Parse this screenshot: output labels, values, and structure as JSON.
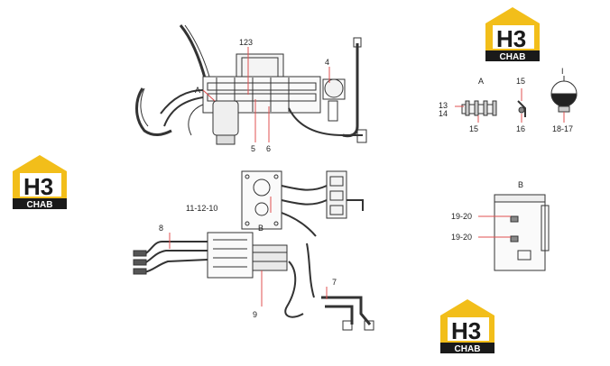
{
  "brand": {
    "logo_text": "H3",
    "logo_sub": "CHAB",
    "colors": {
      "yellow": "#F2BE1A",
      "dark": "#1A1A1A",
      "white": "#FFFFFF"
    }
  },
  "callouts": {
    "top_123": "123",
    "top_4": "4",
    "top_A": "A",
    "top_5": "5",
    "top_6": "6",
    "mid_111210": "11-12-10",
    "mid_B": "B",
    "mid_8": "8",
    "mid_9": "9",
    "mid_7": "7",
    "detA_title": "A",
    "detA_13": "13",
    "detA_14": "14",
    "detA_15b": "15",
    "detA_15": "15",
    "detA_16": "16",
    "detI_title": "I",
    "detI_1817": "18-17",
    "detB_title": "B",
    "detB_1920a": "19-20",
    "detB_1920b": "19-20"
  },
  "colors": {
    "line": "#333333",
    "red": "#E05050",
    "fill_gray": "#cfcfcf"
  }
}
